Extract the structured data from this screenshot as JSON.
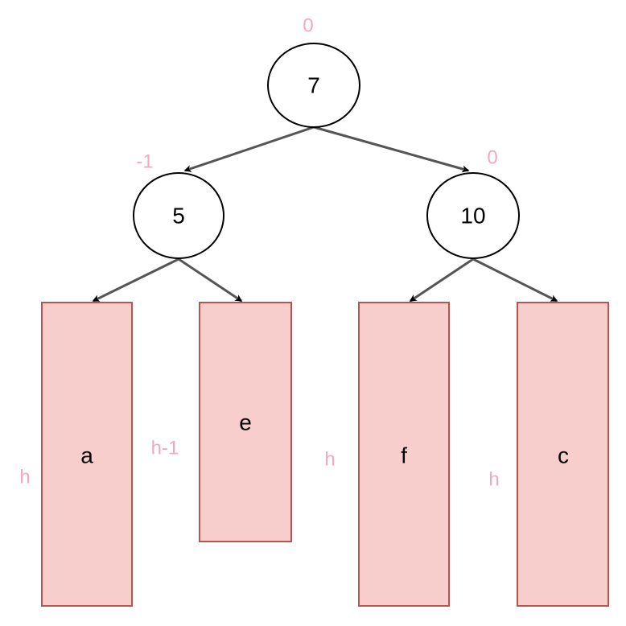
{
  "colors": {
    "annotation": "#f4a8c0",
    "subtree_fill": "#f8cecc",
    "subtree_stroke": "#b85450",
    "node_stroke": "#000000",
    "edge": "#555555"
  },
  "tree": {
    "root": {
      "label": "7",
      "balance": "0"
    },
    "left": {
      "label": "5",
      "balance": "-1"
    },
    "right": {
      "label": "10",
      "balance": "0"
    }
  },
  "subtrees": [
    {
      "label": "a",
      "height": "h"
    },
    {
      "label": "e",
      "height": "h-1"
    },
    {
      "label": "f",
      "height": "h"
    },
    {
      "label": "c",
      "height": "h"
    }
  ]
}
